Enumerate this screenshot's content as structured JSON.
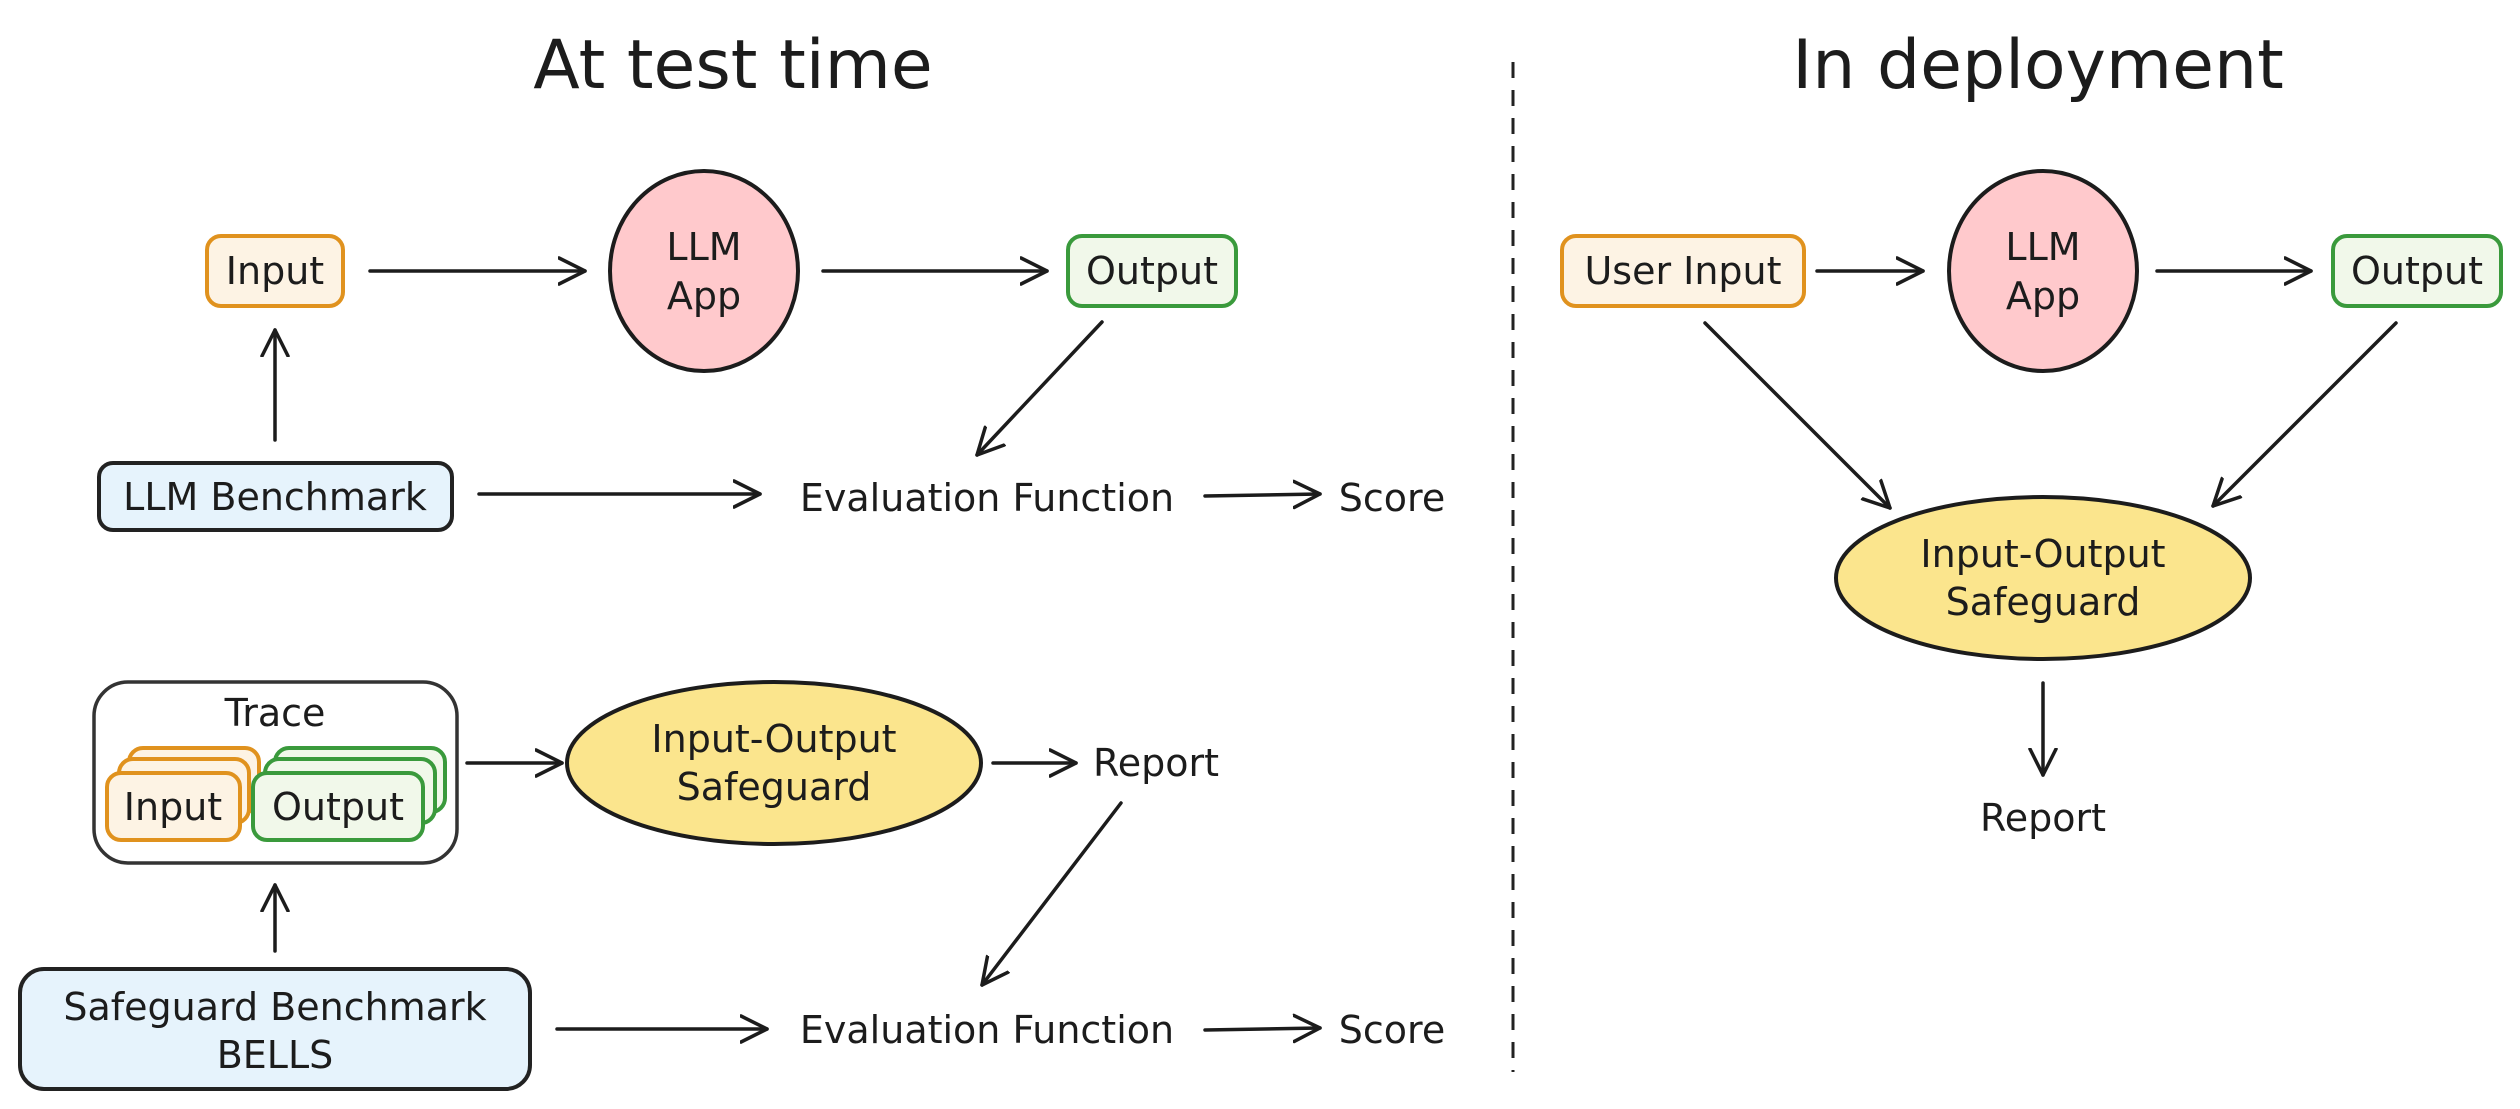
{
  "titles": {
    "left": "At test time",
    "right": "In deployment"
  },
  "test_time": {
    "top": {
      "input": "Input",
      "llm_app": [
        "LLM",
        "App"
      ],
      "output": "Output",
      "benchmark": "LLM Benchmark",
      "evaluation": "Evaluation Function",
      "score": "Score"
    },
    "bottom": {
      "trace": "Trace",
      "input": "Input",
      "output": "Output",
      "safeguard": [
        "Input-Output",
        "Safeguard"
      ],
      "report": "Report",
      "benchmark": [
        "Safeguard Benchmark",
        "BELLS"
      ],
      "evaluation": "Evaluation Function",
      "score": "Score"
    }
  },
  "deployment": {
    "user_input": "User Input",
    "llm_app": [
      "LLM",
      "App"
    ],
    "output": "Output",
    "safeguard": [
      "Input-Output",
      "Safeguard"
    ],
    "report": "Report"
  },
  "colors": {
    "input_fill": "#fdf3e4",
    "input_stroke": "#e0921e",
    "output_fill": "#f1f8ea",
    "output_stroke": "#3a9a3c",
    "benchmark_fill": "#e6f3fc",
    "llm_fill": "#ffc9cc",
    "safeguard_fill": "#fbe58d"
  }
}
